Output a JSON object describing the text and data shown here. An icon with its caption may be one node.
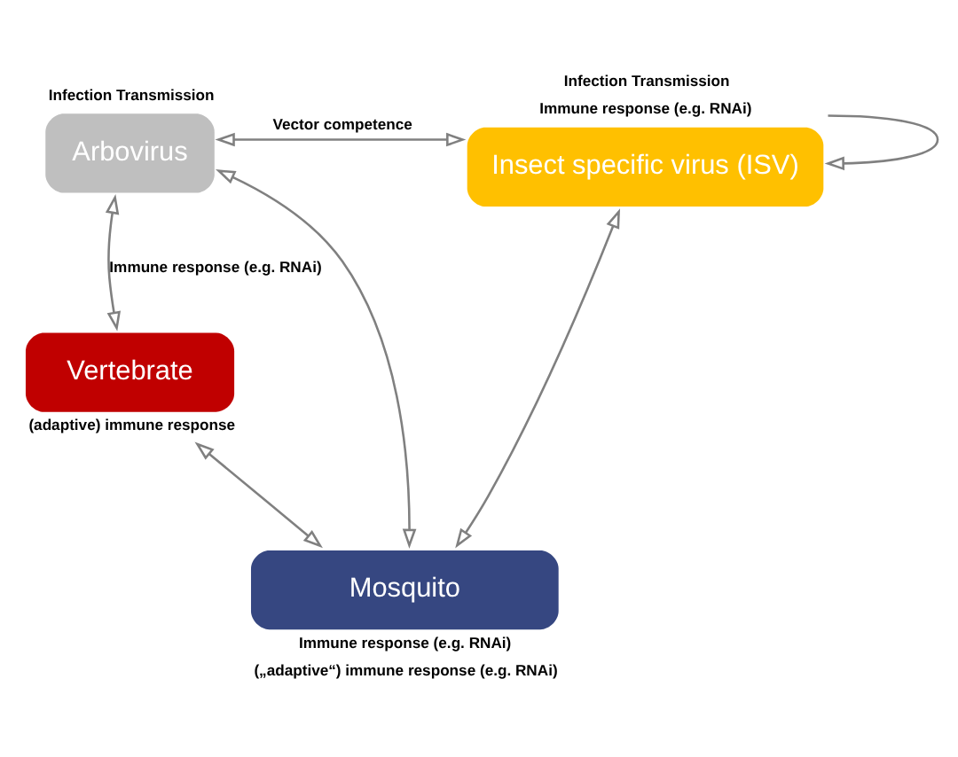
{
  "diagram": {
    "nodes": [
      {
        "text": [
          "Arbovirus"
        ],
        "beside": [
          "Infection Transmission"
        ]
      },
      {
        "text": [
          "Insect specific virus (ISV)"
        ],
        "beside": [
          "Infection Transmission",
          "Immune response (e.g. RNAi)"
        ]
      },
      {
        "text": [
          "Vertebrate"
        ],
        "beside": [
          "(adaptive) immune response"
        ]
      },
      {
        "text": [
          "Mosquito"
        ],
        "beside": [
          "Immune response (e.g. RNAi)",
          "(„adaptive“) immune response (e.g. RNAi)"
        ]
      }
    ],
    "edges": [
      {
        "from": 0,
        "to": 1,
        "arrow": "both",
        "label": "Vector competence"
      },
      {
        "from": 1,
        "to": 1,
        "arrow": "to"
      },
      {
        "from": 0,
        "to": 2,
        "arrow": "both",
        "label": "Immune response (e.g. RNAi)"
      },
      {
        "from": 0,
        "to": 3,
        "arrow": "both"
      },
      {
        "from": 1,
        "to": 3,
        "arrow": "both"
      },
      {
        "from": 2,
        "to": 3,
        "arrow": "both"
      }
    ]
  }
}
